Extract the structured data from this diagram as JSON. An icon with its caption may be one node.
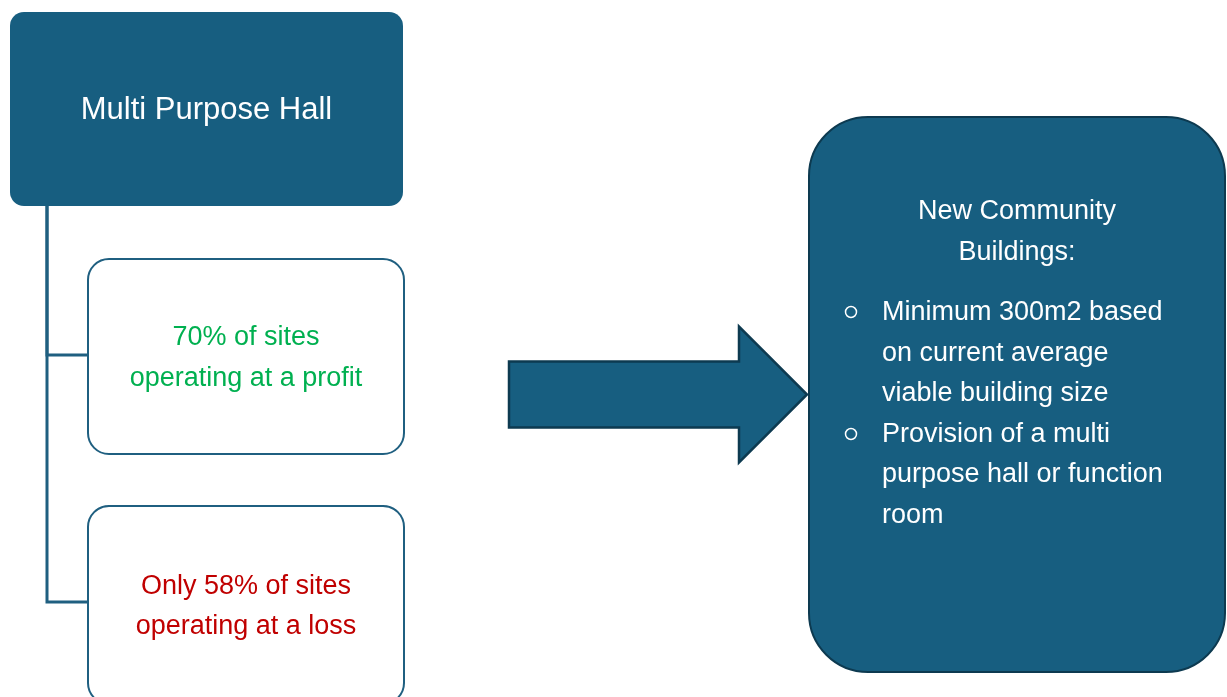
{
  "diagram": {
    "nodes": [
      {
        "text": [
          "Multi Purpose Hall"
        ]
      },
      {
        "text": [
          "70% of sites operating at a profit"
        ]
      },
      {
        "text": [
          "Only 58% of sites operating at a loss"
        ]
      },
      {
        "text": [
          "New Community Buildings:",
          "Minimum 300m2 based on current average viable building size",
          "Provision of a multi purpose hall or function room"
        ]
      }
    ],
    "edges": [
      {
        "from": 0,
        "to": 1,
        "arrow": "none"
      },
      {
        "from": 0,
        "to": 2,
        "arrow": "none"
      },
      {
        "from": null,
        "to": 3,
        "arrow": "to",
        "style": "thick"
      }
    ]
  }
}
